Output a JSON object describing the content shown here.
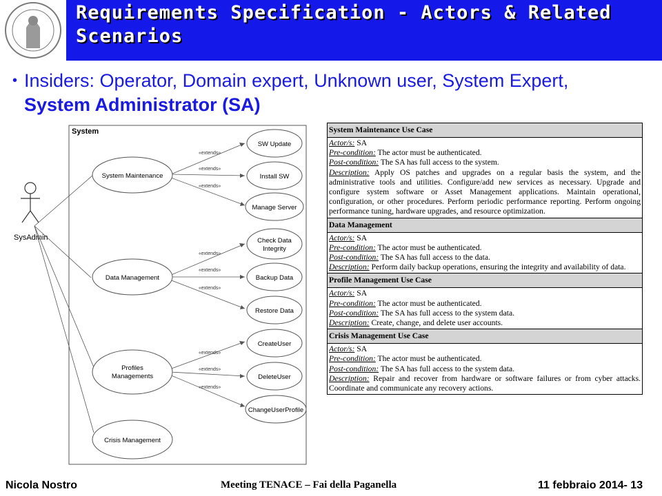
{
  "slide": {
    "title": "Requirements Specification - Actors & Related Scenarios",
    "bullet_prefix": "Insiders: Operator, Domain expert, Unknown user, System Expert, ",
    "bullet_bold": "System Administrator (SA)"
  },
  "diagram": {
    "system_label": "System",
    "actor": "SysAdmin",
    "use_cases": {
      "system_maintenance": "System Maintenance",
      "data_management": "Data Management",
      "profiles_managements_l1": "Profiles",
      "profiles_managements_l2": "Managements",
      "crisis_management": "Crisis Management"
    },
    "extensions": {
      "sw_update": "SW Update",
      "install_sw": "Install SW",
      "manage_server": "Manage Server",
      "check_data_integrity_l1": "Check Data",
      "check_data_integrity_l2": "Integrity",
      "backup_data": "Backup Data",
      "restore_data": "Restore Data",
      "create_user": "CreateUser",
      "delete_user": "DeleteUser",
      "change_user_profile": "ChangeUserProfile"
    },
    "extends_label": "«extends»"
  },
  "table": {
    "labels": {
      "actor": "Actor/s:",
      "pre": "Pre-condition:",
      "post": "Post-condition:",
      "desc": "Description:"
    },
    "sections": [
      {
        "title": "System Maintenance Use Case",
        "actor": "SA",
        "pre": "The actor must be authenticated.",
        "post": "The SA has full access to the system.",
        "desc": "Apply OS patches and upgrades on a regular basis the system, and the administrative tools and utilities. Configure/add new services as necessary. Upgrade and configure system software or Asset Management applications. Maintain operational, configuration, or other procedures. Perform periodic performance reporting. Perform ongoing performance tuning, hardware upgrades, and resource optimization."
      },
      {
        "title": "Data Management",
        "actor": "SA",
        "pre": "The actor must be authenticated.",
        "post": "The SA has full access to the data.",
        "desc": "Perform daily backup operations, ensuring the integrity and availability of data."
      },
      {
        "title": "Profile Management Use Case",
        "actor": "SA",
        "pre": "The actor must be authenticated.",
        "post": "The SA has full access to the system data.",
        "desc": "Create, change, and delete user accounts."
      },
      {
        "title": "Crisis Management Use Case",
        "actor": "SA",
        "pre": "The actor must be authenticated.",
        "post": "The SA has full access to the system data.",
        "desc": "Repair and recover from hardware or software failures or from cyber attacks.  Coordinate and communicate any recovery actions."
      }
    ]
  },
  "footer": {
    "author": "Nicola Nostro",
    "event": "Meeting TENACE – Fai della Paganella",
    "date_page": "11 febbraio 2014- 13"
  }
}
